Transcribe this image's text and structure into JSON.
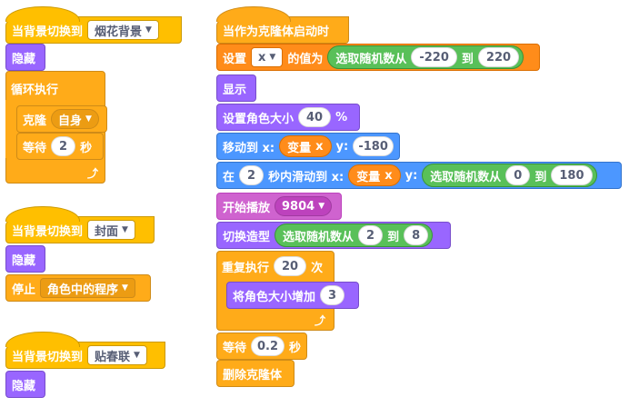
{
  "script1": {
    "hat_label": "当背景切换到",
    "backdrop": "烟花背景",
    "hide": "隐藏",
    "forever": "循环执行",
    "clone_label": "克隆",
    "clone_target": "自身",
    "wait_label": "等待",
    "wait_value": "2",
    "wait_unit": "秒"
  },
  "script2": {
    "hat_label": "当背景切换到",
    "backdrop": "封面",
    "hide": "隐藏",
    "stop_label": "停止",
    "stop_option": "角色中的程序"
  },
  "script3": {
    "hat_label": "当背景切换到",
    "backdrop": "贴春联",
    "hide": "隐藏"
  },
  "clone_script": {
    "hat_label": "当作为克隆体启动时",
    "set_label": "设置",
    "set_var": "x",
    "set_value_label": "的值为",
    "random1_label": "选取随机数从",
    "random1_from": "-220",
    "random1_to_label": "到",
    "random1_to": "220",
    "show": "显示",
    "size_label": "设置角色大小",
    "size_value": "40",
    "size_unit": "%",
    "goto_label": "移动到 x:",
    "goto_var_label": "变量",
    "goto_var": "x",
    "goto_y_label": "y:",
    "goto_y": "-180",
    "glide_label_pre": "在",
    "glide_secs": "2",
    "glide_label_mid": "秒内滑动到 x:",
    "glide_var_label": "变量",
    "glide_var": "x",
    "glide_y_label": "y:",
    "random2_label": "选取随机数从",
    "random2_from": "0",
    "random2_to_label": "到",
    "random2_to": "180",
    "play_label": "开始播放",
    "play_sound": "9804",
    "costume_label": "切换造型",
    "random3_label": "选取随机数从",
    "random3_from": "2",
    "random3_to_label": "到",
    "random3_to": "8",
    "repeat_label": "重复执行",
    "repeat_count": "20",
    "repeat_unit": "次",
    "change_size_label": "将角色大小增加",
    "change_size_value": "3",
    "wait_label": "等待",
    "wait_value": "0.2",
    "wait_unit": "秒",
    "delete_clone": "删除克隆体"
  },
  "icons": [
    "caret-down-icon",
    "loop-arrow-icon"
  ],
  "colors": {
    "events": "#ffbf00",
    "looks": "#9966ff",
    "motion": "#4c97ff",
    "control": "#ffab19",
    "sound": "#cf63cf",
    "operators": "#59c059",
    "variables": "#ff8c1a"
  }
}
